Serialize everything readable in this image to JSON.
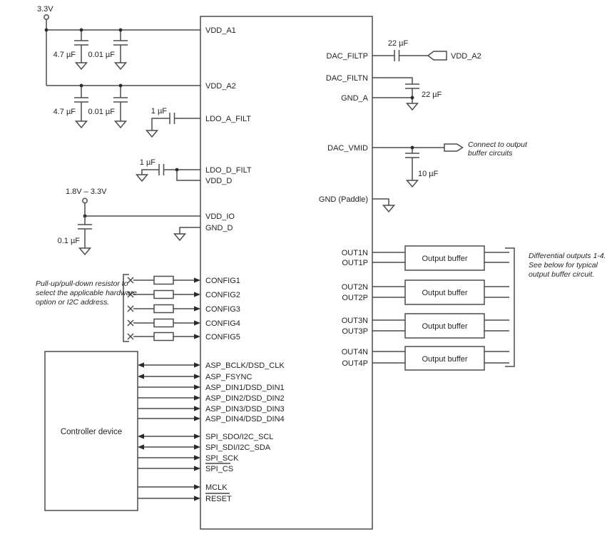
{
  "colors": {
    "wire": "#4c4c4c",
    "text": "#231f20",
    "background": "#ffffff"
  },
  "power": {
    "analog_supply": "3.3V",
    "io_supply": "1.8V – 3.3V"
  },
  "chip": {
    "left_pins": [
      "VDD_A1",
      "VDD_A2",
      "LDO_A_FILT",
      "LDO_D_FILT",
      "VDD_D",
      "VDD_IO",
      "GND_D",
      "CONFIG1",
      "CONFIG2",
      "CONFIG3",
      "CONFIG4",
      "CONFIG5",
      "ASP_BCLK/DSD_CLK",
      "ASP_FSYNC",
      "ASP_DIN1/DSD_DIN1",
      "ASP_DIN2/DSD_DIN2",
      "ASP_DIN3/DSD_DIN3",
      "ASP_DIN4/DSD_DIN4",
      "SPI_SDO/I2C_SCL",
      "SPI_SDI/I2C_SDA",
      "SPI_SCK",
      "SPI_CS",
      "MCLK",
      "RESET"
    ],
    "right_pins": [
      "DAC_FILTP",
      "DAC_FILTN",
      "GND_A",
      "DAC_VMID",
      "GND (Paddle)",
      "OUT1N",
      "OUT1P",
      "OUT2N",
      "OUT2P",
      "OUT3N",
      "OUT3P",
      "OUT4N",
      "OUT4P"
    ]
  },
  "capacitors": {
    "vdd_a1": [
      "4.7 µF",
      "0.01 µF"
    ],
    "vdd_a2": [
      "4.7 µF",
      "0.01 µF"
    ],
    "ldo_a_filt": "1 µF",
    "ldo_d_filt": "1 µF",
    "vdd_io": "0.1 µF",
    "dac_filtp": "22 µF",
    "dac_filtn": "22 µF",
    "dac_vmid": "10 µF"
  },
  "net_tags": {
    "dac_filtp_net": "VDD_A2"
  },
  "controller": {
    "label": "Controller device"
  },
  "output_buffers": {
    "labels": [
      "Output buffer",
      "Output buffer",
      "Output buffer",
      "Output buffer"
    ]
  },
  "notes": {
    "config_resistors": [
      "Pull-up/pull-down resistor to",
      "select the applicable hardware",
      "option or I2C address."
    ],
    "dac_vmid": [
      "Connect to output",
      "buffer circuits"
    ],
    "differential_outputs": [
      "Differential outputs 1-4.",
      "See below for typical",
      "output buffer circuit."
    ]
  }
}
